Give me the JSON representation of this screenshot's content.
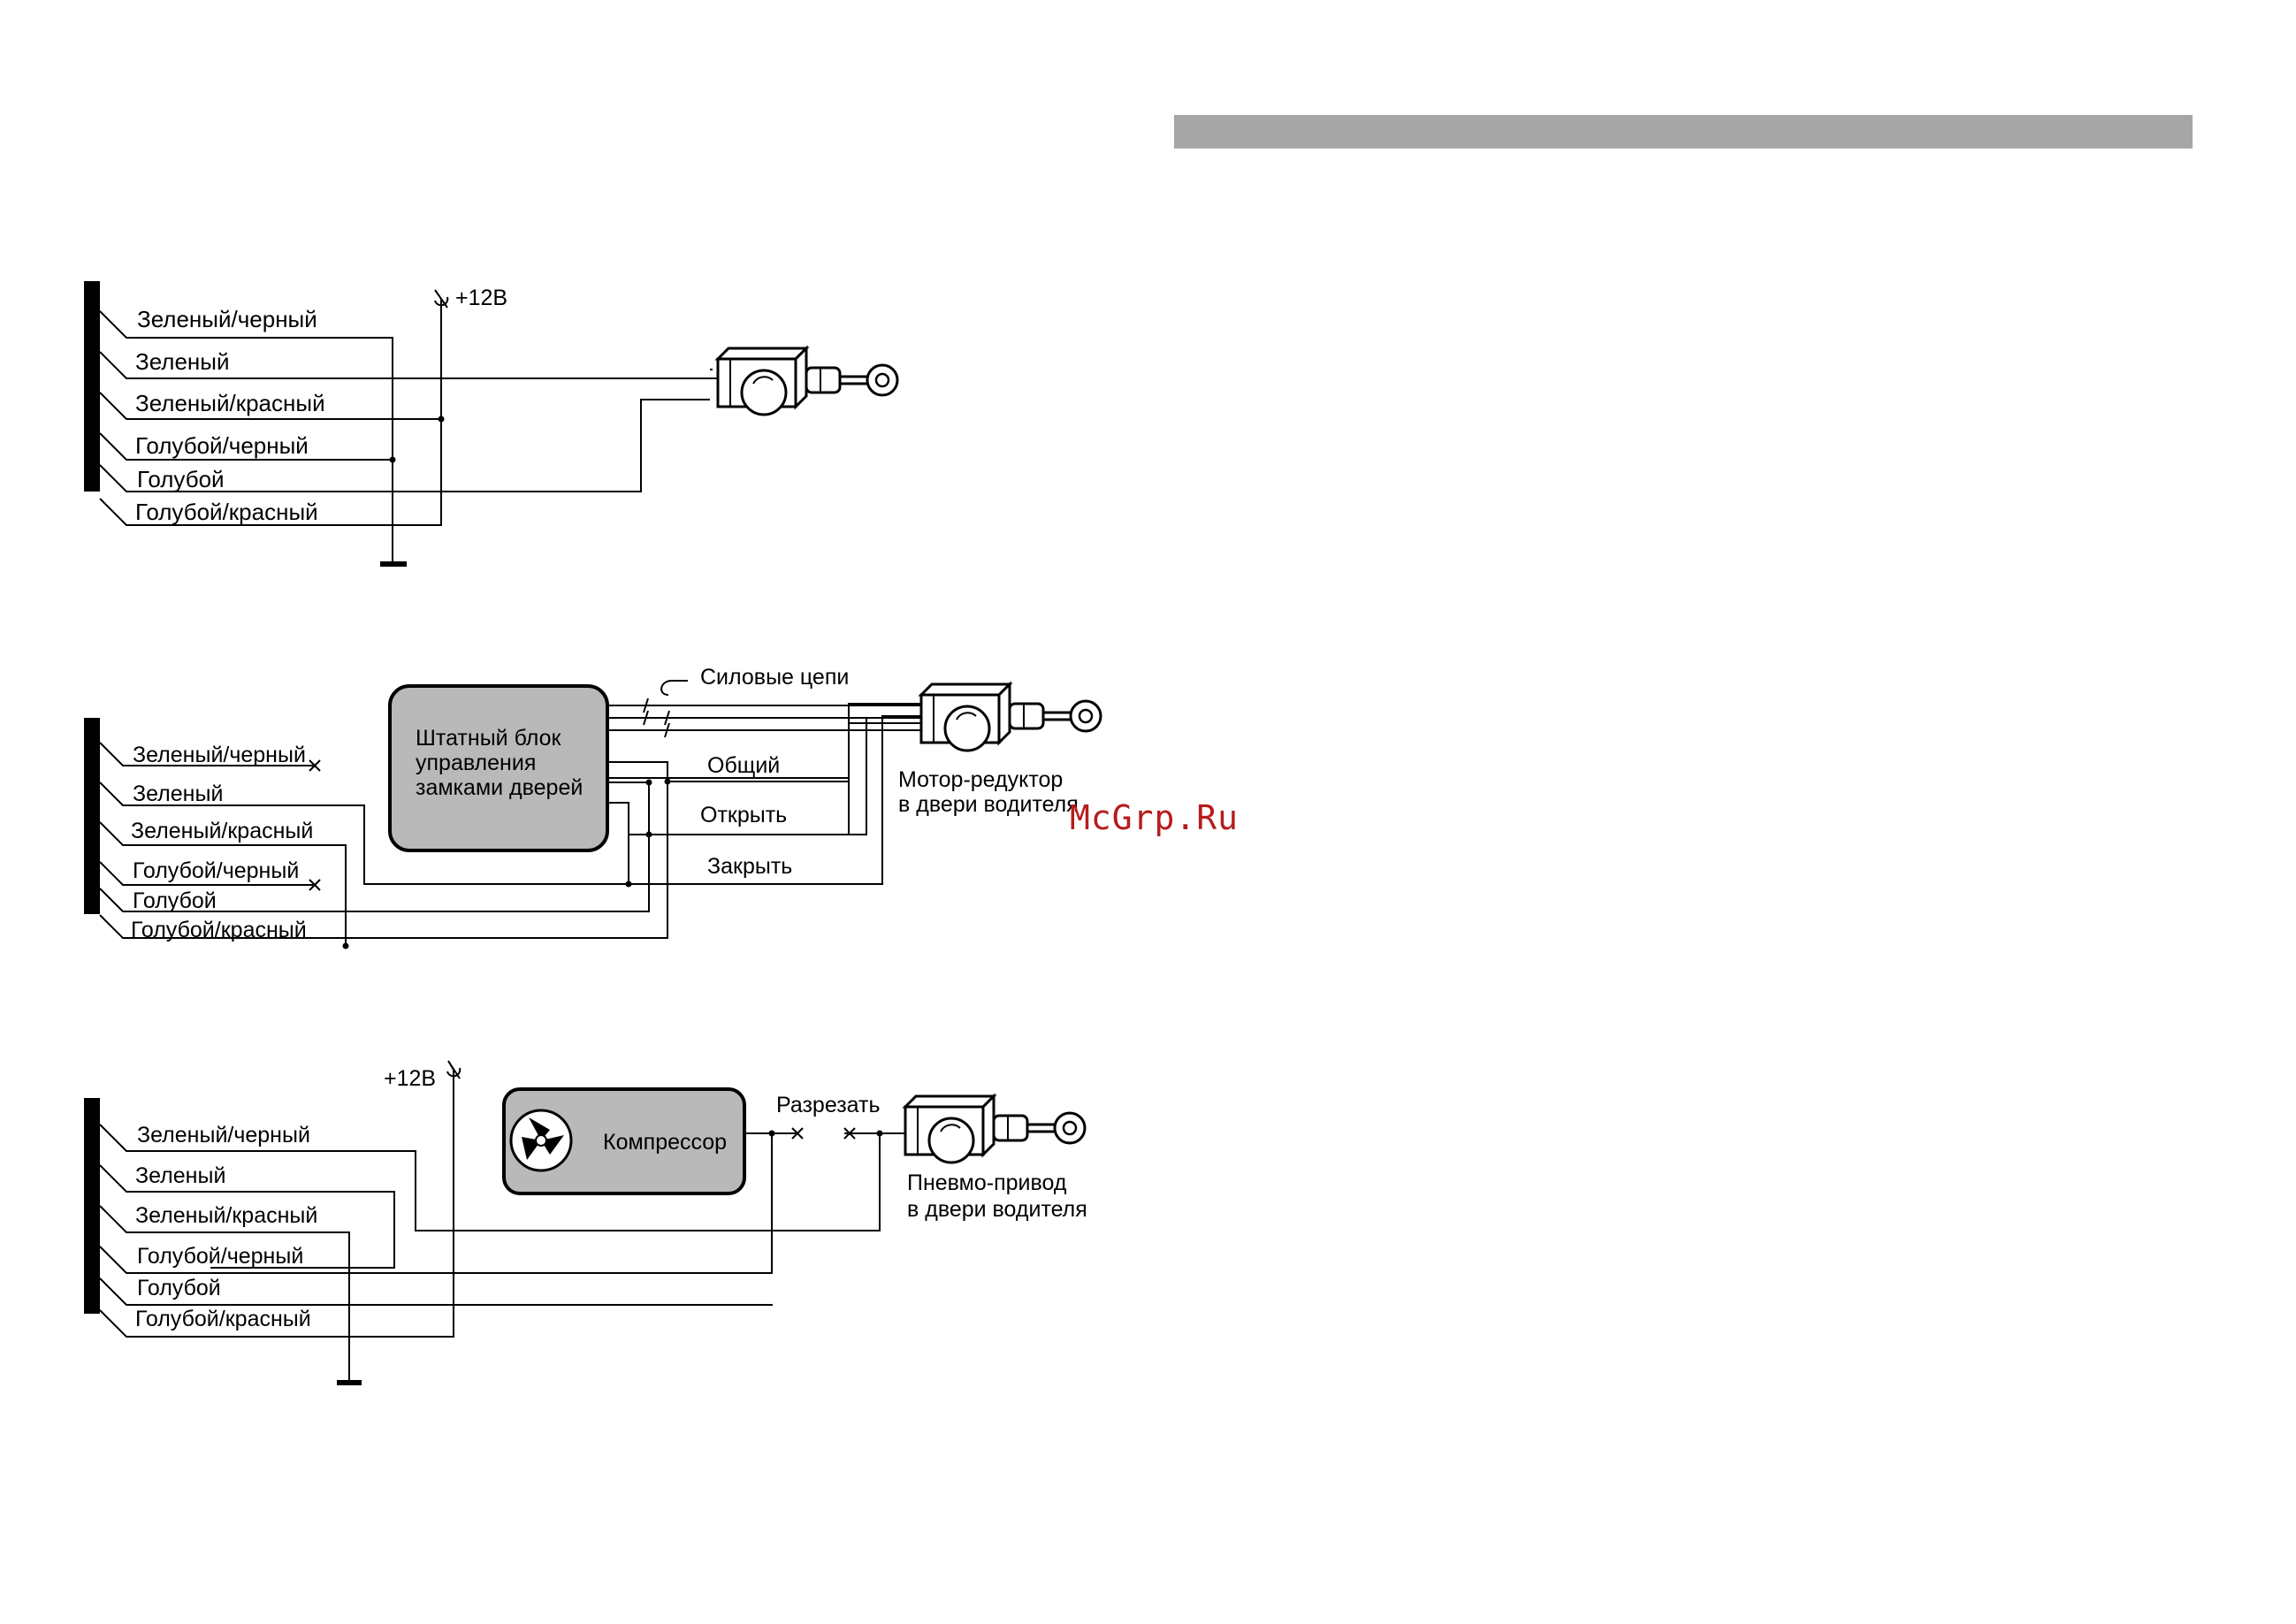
{
  "header_bar": {
    "color": "#a6a6a6"
  },
  "colors": {
    "block_fill": "#b9b9b9",
    "watermark": "#b71c1c"
  },
  "diagram1": {
    "wires": [
      "Зеленый/черный",
      "Зеленый",
      "Зеленый/красный",
      "Голубой/черный",
      "Голубой",
      "Голубой/красный"
    ],
    "supply": "+12В"
  },
  "diagram2": {
    "wires": [
      "Зеленый/черный",
      "Зеленый",
      "Зеленый/красный",
      "Голубой/черный",
      "Голубой",
      "Голубой/красный"
    ],
    "block": [
      "Штатный блок",
      "управления",
      "замками дверей"
    ],
    "power_label": "Силовые цепи",
    "common": "Общий",
    "open": "Открыть",
    "close": "Закрыть",
    "motor": [
      "Мотор-редуктор",
      "в двери водителя"
    ]
  },
  "diagram3": {
    "wires": [
      "Зеленый/черный",
      "Зеленый",
      "Зеленый/красный",
      "Голубой/черный",
      "Голубой",
      "Голубой/красный"
    ],
    "supply": "+12В",
    "compressor": "Компрессор",
    "cut": "Разрезать",
    "actuator": [
      "Пневмо-привод",
      "в двери водителя"
    ]
  },
  "watermark": "McGrp.Ru"
}
